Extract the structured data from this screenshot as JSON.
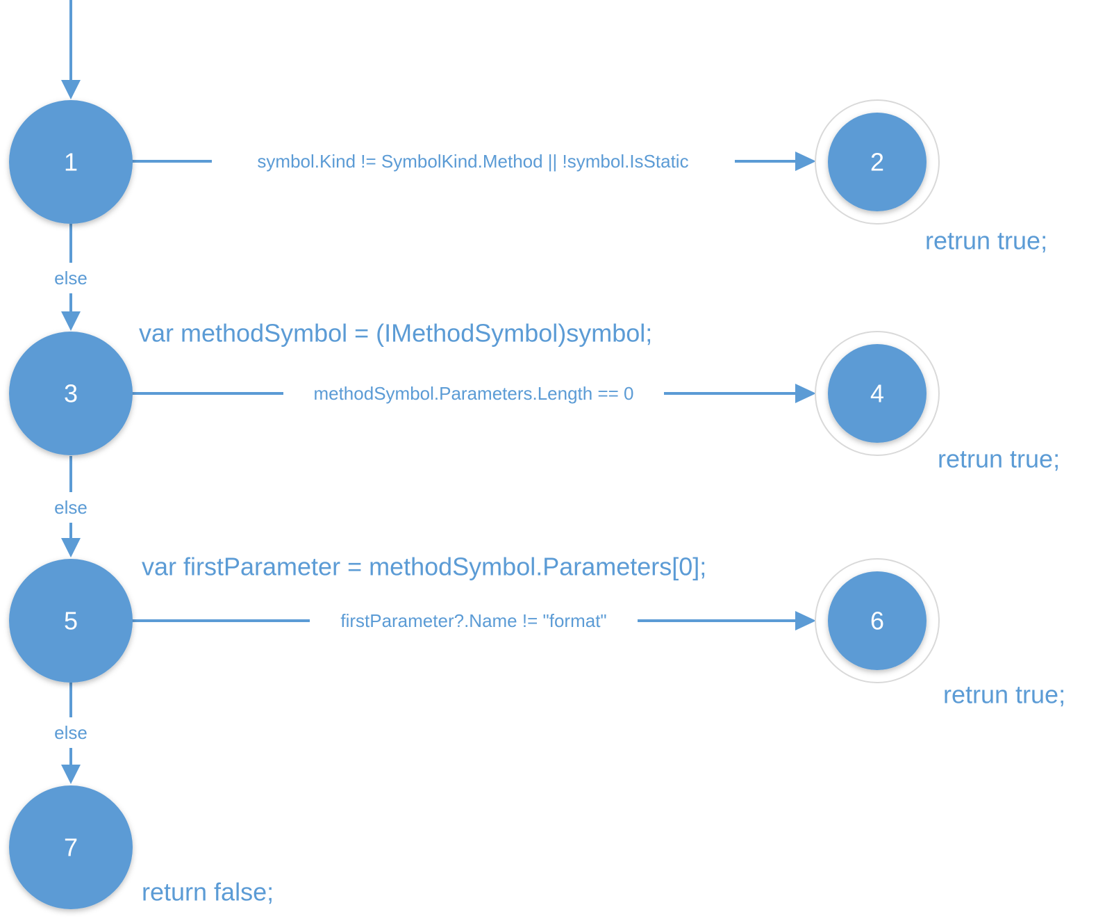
{
  "colors": {
    "accent": "#5b9bd5",
    "node_text": "#ffffff",
    "ring": "#d9d9d9"
  },
  "nodes": [
    {
      "id": "1",
      "label": "1"
    },
    {
      "id": "2",
      "label": "2"
    },
    {
      "id": "3",
      "label": "3"
    },
    {
      "id": "4",
      "label": "4"
    },
    {
      "id": "5",
      "label": "5"
    },
    {
      "id": "6",
      "label": "6"
    },
    {
      "id": "7",
      "label": "7"
    }
  ],
  "edges": {
    "e1_2": "symbol.Kind != SymbolKind.Method || !symbol.IsStatic",
    "e3_4": "methodSymbol.Parameters.Length == 0",
    "e5_6": "firstParameter?.Name != \"format\"",
    "e1_3": "else",
    "e3_5": "else",
    "e5_7": "else"
  },
  "statements": {
    "s2": "retrun true;",
    "s3": "var methodSymbol = (IMethodSymbol)symbol;",
    "s4": "retrun true;",
    "s5": "var firstParameter = methodSymbol.Parameters[0];",
    "s6": "retrun true;",
    "s7": "return false;"
  }
}
